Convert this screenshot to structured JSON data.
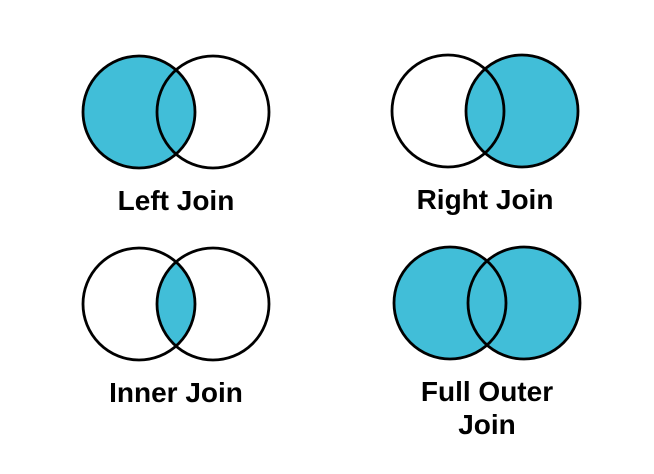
{
  "page": {
    "background": "#FFFFFF"
  },
  "colors": {
    "venn_fill": "#41BED8",
    "venn_stroke": "#000000",
    "label_color": "#000000"
  },
  "diagrams": [
    {
      "id": "left-join",
      "label": "Left Join",
      "filled_region": "left-circle-and-intersection"
    },
    {
      "id": "right-join",
      "label": "Right Join",
      "filled_region": "right-circle-and-intersection"
    },
    {
      "id": "inner-join",
      "label": "Inner Join",
      "filled_region": "intersection-only"
    },
    {
      "id": "full-outer-join",
      "label": "Full Outer\nJoin",
      "filled_region": "both-circles"
    }
  ]
}
